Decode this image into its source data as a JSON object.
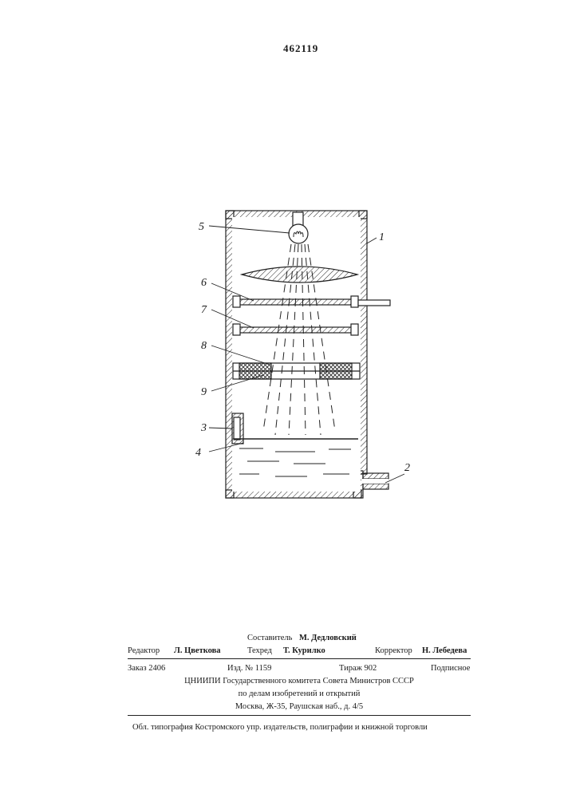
{
  "patent_number": "462119",
  "figure": {
    "labels": [
      "5",
      "1",
      "6",
      "7",
      "8",
      "9",
      "3",
      "4",
      "2"
    ]
  },
  "colophon": {
    "compiler_label": "Составитель",
    "compiler_name": "М. Дедловский",
    "editor_label": "Редактор",
    "editor_name": "Л. Цветкова",
    "techred_label": "Техред",
    "techred_name": "Т. Курилко",
    "corrector_label": "Корректор",
    "corrector_name": "Н. Лебедева",
    "order": "Заказ 2406",
    "edition": "Изд. № 1159",
    "circulation": "Тираж 902",
    "subscription": "Подписное",
    "org_line1": "ЦНИИПИ Государственного комитета Совета Министров СССР",
    "org_line2": "по делам изобретений и открытий",
    "address": "Москва, Ж-35, Раушская наб., д. 4/5",
    "printer": "Обл. типография Костромского упр. издательств, полиграфии и книжной торговли"
  }
}
